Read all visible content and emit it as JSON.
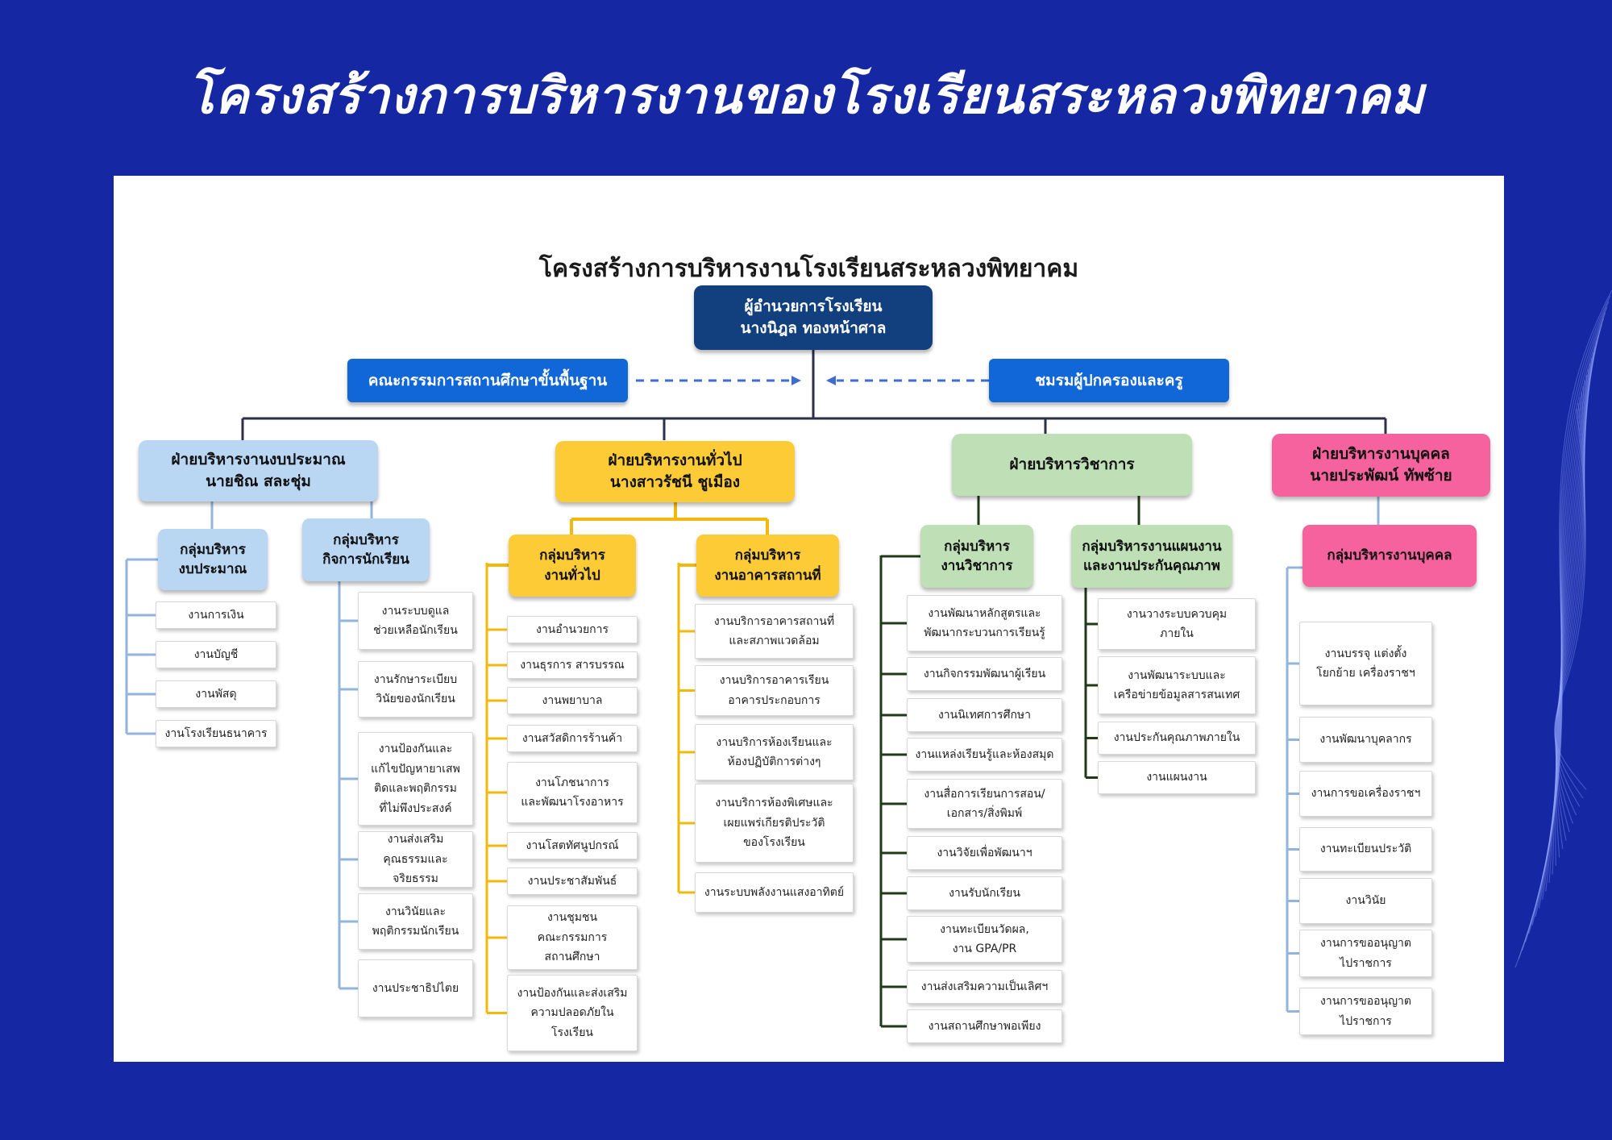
{
  "page_title": "โครงสร้างการบริหารงานของโรงเรียนสระหลวงพิทยาคม",
  "chart_title": "โครงสร้างการบริหารงานโรงเรียนสระหลวงพิทยาคม",
  "colors": {
    "background": "#1627a4",
    "director": "#12407e",
    "side_unit": "#1166d8",
    "budget": "#b9d6f3",
    "general": "#fccb36",
    "academic": "#bfe0b6",
    "personnel": "#f6629e"
  },
  "director": {
    "line1": "ผู้อำนวยการโรงเรียน",
    "line2": "นางนิฎล  ทองหน้าศาล"
  },
  "board": {
    "label": "คณะกรรมการสถานศึกษาขั้นพื้นฐาน"
  },
  "club": {
    "label": "ชมรมผู้ปกครองและครู"
  },
  "budget": {
    "dept": {
      "line1": "ฝ่ายบริหารงานงบประมาณ",
      "line2": "นายชิณ  สละชุ่ม"
    },
    "group1": {
      "line1": "กลุ่มบริหาร",
      "line2": "งบประมาณ"
    },
    "group1_items": [
      "งานการเงิน",
      "งานบัญชี",
      "งานพัสดุ",
      "งานโรงเรียนธนาคาร"
    ],
    "group2": {
      "line1": "กลุ่มบริหาร",
      "line2": "กิจการนักเรียน"
    },
    "group2_items": [
      [
        "งานระบบดูแล",
        "ช่วยเหลือนักเรียน"
      ],
      [
        "งานรักษาระเบียบ",
        "วินัยของนักเรียน"
      ],
      [
        "งานป้องกันและ",
        "แก้ไขปัญหายาเสพ",
        "ติดและพฤติกรรม",
        "ที่ไม่พึงประสงค์"
      ],
      [
        "งานส่งเสริม",
        "คุณธรรมและ",
        "จริยธรรม"
      ],
      [
        "งานวินัยและ",
        "พฤติกรรมนักเรียน"
      ],
      [
        "งานประชาธิปไตย"
      ]
    ]
  },
  "general": {
    "dept": {
      "line1": "ฝ่ายบริหารงานทั่วไป",
      "line2": "นางสาวรัชนี  ชูเมือง"
    },
    "group1": {
      "line1": "กลุ่มบริหาร",
      "line2": "งานทั่วไป"
    },
    "group1_items": [
      [
        "งานอำนวยการ"
      ],
      [
        "งานธุรการ สารบรรณ"
      ],
      [
        "งานพยาบาล"
      ],
      [
        "งานสวัสดิการร้านค้า"
      ],
      [
        "งานโภชนาการ",
        "และพัฒนาโรงอาหาร"
      ],
      [
        "งานโสตทัศนูปกรณ์"
      ],
      [
        "งานประชาสัมพันธ์"
      ],
      [
        "งานชุมชน",
        "คณะกรรมการ",
        "สถานศึกษา"
      ],
      [
        "งานป้องกันและส่งเสริม",
        "ความปลอดภัยใน",
        "โรงเรียน"
      ]
    ],
    "group2": {
      "line1": "กลุ่มบริหาร",
      "line2": "งานอาคารสถานที่"
    },
    "group2_items": [
      [
        "งานบริการอาคารสถานที่",
        "และสภาพแวดล้อม"
      ],
      [
        "งานบริการอาคารเรียน",
        "อาคารประกอบการ"
      ],
      [
        "งานบริการห้องเรียนและ",
        "ห้องปฏิบัติการต่างๆ"
      ],
      [
        "งานบริการห้องพิเศษและ",
        "เผยแพร่เกียรติประวัติ",
        "ของโรงเรียน"
      ],
      [
        "งานระบบพลังงานแสงอาทิตย์"
      ]
    ]
  },
  "academic": {
    "dept": {
      "line1": "ฝ่ายบริหารวิชาการ"
    },
    "group1": {
      "line1": "กลุ่มบริหาร",
      "line2": "งานวิชาการ"
    },
    "group1_items": [
      [
        "งานพัฒนาหลักสูตรและ",
        "พัฒนากระบวนการเรียนรู้"
      ],
      [
        "งานกิจกรรมพัฒนาผู้เรียน"
      ],
      [
        "งานนิเทศการศึกษา"
      ],
      [
        "งานแหล่งเรียนรู้และห้องสมุด"
      ],
      [
        "งานสื่อการเรียนการสอน/",
        "เอกสาร/สิ่งพิมพ์"
      ],
      [
        "งานวิจัยเพื่อพัฒนาฯ"
      ],
      [
        "งานรับนักเรียน"
      ],
      [
        "งานทะเบียนวัดผล,",
        "งาน GPA/PR"
      ],
      [
        "งานส่งเสริมความเป็นเลิศฯ"
      ],
      [
        "งานสถานศึกษาพอเพียง"
      ]
    ],
    "group2": {
      "line1": "กลุ่มบริหารงานแผนงาน",
      "line2": "และงานประกันคุณภาพ"
    },
    "group2_items": [
      [
        "งานวางระบบควบคุม",
        "ภายใน"
      ],
      [
        "งานพัฒนาระบบและ",
        "เครือข่ายข้อมูลสารสนเทศ"
      ],
      [
        "งานประกันคุณภาพภายใน"
      ],
      [
        "งานแผนงาน"
      ]
    ]
  },
  "personnel": {
    "dept": {
      "line1": "ฝ่ายบริหารงานบุคคล",
      "line2": "นายประพัฒน์  ทัพซ้าย"
    },
    "group1": {
      "line1": "กลุ่มบริหารงานบุคคล"
    },
    "group1_items": [
      [
        "งานบรรจุ แต่งตั้ง",
        "โยกย้าย เครื่องราชฯ"
      ],
      [
        "งานพัฒนาบุคลากร"
      ],
      [
        "งานการขอเครื่องราชฯ"
      ],
      [
        "งานทะเบียนประวัติ"
      ],
      [
        "งานวินัย"
      ],
      [
        "งานการขออนุญาต",
        "ไปราชการ"
      ],
      [
        "งานการขออนุญาต",
        "ไปราชการ"
      ]
    ]
  }
}
